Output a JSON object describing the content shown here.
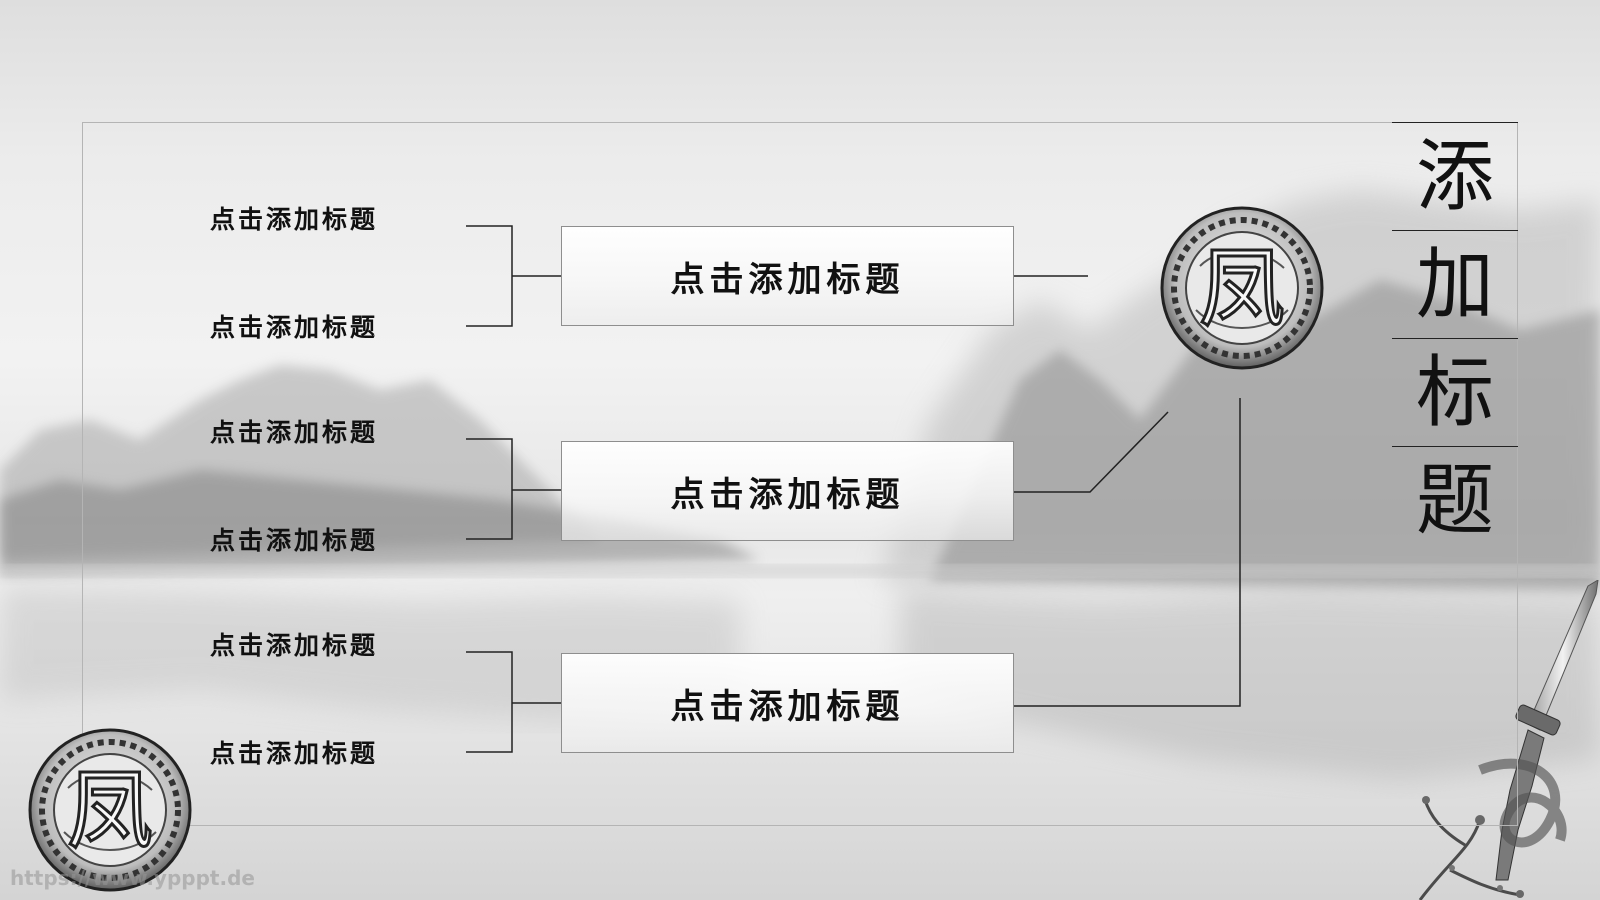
{
  "diagram": {
    "vertical_title": [
      "添",
      "加",
      "标",
      "题"
    ],
    "boxes": [
      {
        "label": "点击添加标题",
        "inputs": [
          "点击添加标题",
          "点击添加标题"
        ]
      },
      {
        "label": "点击添加标题",
        "inputs": [
          "点击添加标题",
          "点击添加标题"
        ]
      },
      {
        "label": "点击添加标题",
        "inputs": [
          "点击添加标题",
          "点击添加标题"
        ]
      }
    ],
    "seal_glyph": "凤",
    "watermark": "https://www.ypppt.de"
  },
  "colors": {
    "ink": "#111111",
    "frame": "#b4b4b4",
    "box_border": "#8e8e8e"
  },
  "icons": [
    "phoenix-seal-icon",
    "sword-icon",
    "plum-blossom-icon",
    "mountain-landscape-icon"
  ]
}
